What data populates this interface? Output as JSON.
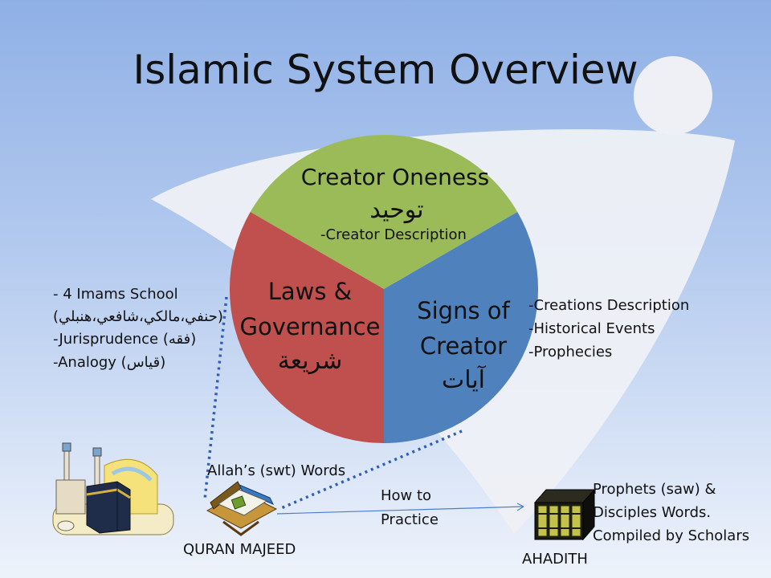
{
  "slide": {
    "title": "Islamic System Overview"
  },
  "diagram": {
    "segments": [
      {
        "id": "creator-oneness",
        "title": "Creator Oneness",
        "arabic": "توحيد",
        "note": "-Creator Description",
        "color": "#9bbb59"
      },
      {
        "id": "signs-of-creator",
        "title_line1": "Signs of",
        "title_line2": "Creator",
        "arabic": "آيات",
        "color": "#4f81bd"
      },
      {
        "id": "laws-governance",
        "title_line1": "Laws &",
        "title_line2": "Governance",
        "arabic": "شريعة",
        "color": "#c0504d"
      }
    ],
    "left_notes": {
      "line1": "- 4 Imams School",
      "line2": "(حنفي،مالكي،شافعي،هنبلي)",
      "line3": "-Jurisprudence (فقه)",
      "line4": "-Analogy (قياس)"
    },
    "right_notes": {
      "line1": "-Creations Description",
      "line2": "-Historical Events",
      "line3": "-Prophecies"
    },
    "quran": {
      "caption_top": "Allah’s (swt) Words",
      "label": "QURAN MAJEED"
    },
    "arrow": {
      "line1": "How to",
      "line2": "Practice"
    },
    "ahadith": {
      "desc_line1": "Prophets (saw) &",
      "desc_line2": "Disciples Words.",
      "desc_line3": "Compiled by Scholars",
      "label": "AHADITH"
    }
  }
}
